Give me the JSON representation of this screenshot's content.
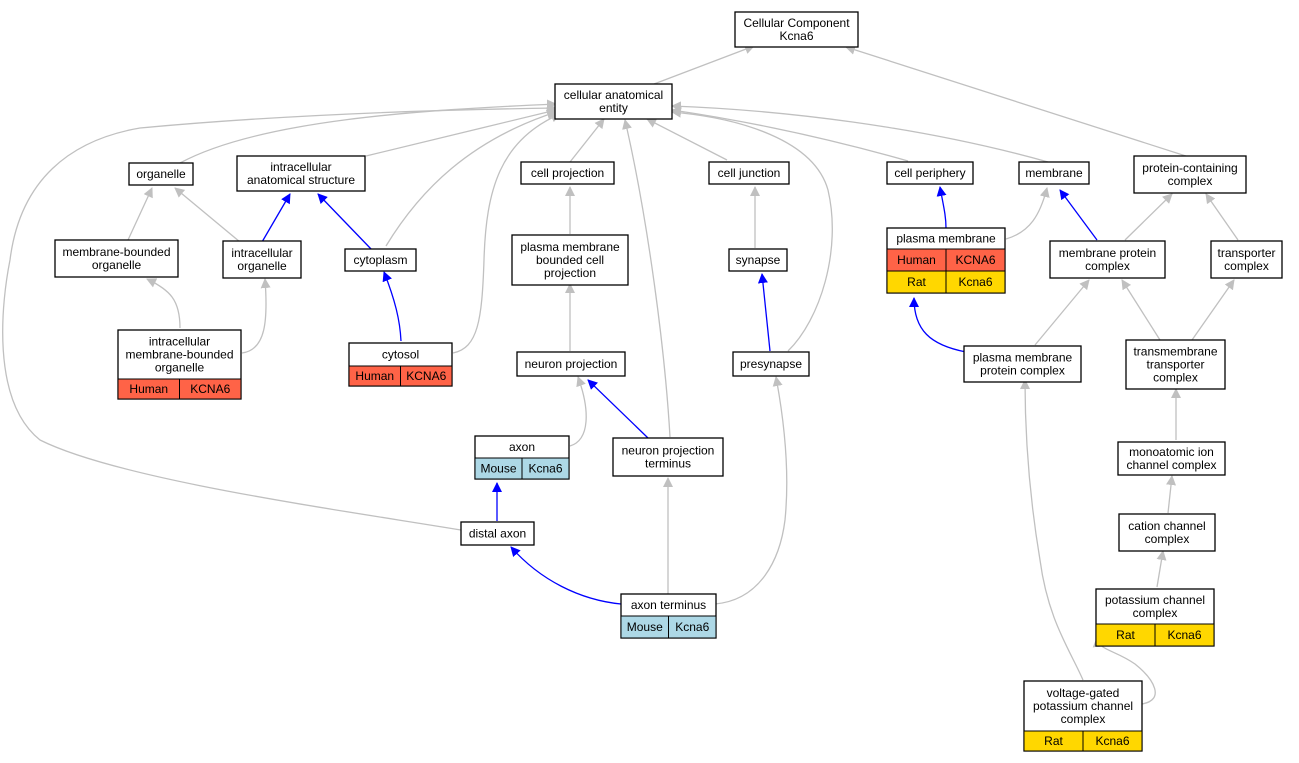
{
  "diagram": {
    "colors": {
      "human": "#ff6347",
      "mouse": "#add8e6",
      "rat": "#ffd700",
      "edge_is_a": "#c0c0c0",
      "edge_part_of": "#0000ff"
    },
    "nodes": {
      "root": {
        "lines": [
          "Cellular Component",
          "Kcna6"
        ]
      },
      "cae": {
        "lines": [
          "cellular anatomical",
          "entity"
        ]
      },
      "organelle": {
        "lines": [
          "organelle"
        ]
      },
      "ias": {
        "lines": [
          "intracellular",
          "anatomical structure"
        ]
      },
      "cellproj": {
        "lines": [
          "cell projection"
        ]
      },
      "celljunc": {
        "lines": [
          "cell junction"
        ]
      },
      "cellper": {
        "lines": [
          "cell periphery"
        ]
      },
      "membrane": {
        "lines": [
          "membrane"
        ]
      },
      "pcc": {
        "lines": [
          "protein-containing",
          "complex"
        ]
      },
      "mbo": {
        "lines": [
          "membrane-bounded",
          "organelle"
        ]
      },
      "io": {
        "lines": [
          "intracellular",
          "organelle"
        ]
      },
      "cytoplasm": {
        "lines": [
          "cytoplasm"
        ]
      },
      "pmbcp": {
        "lines": [
          "plasma membrane",
          "bounded cell",
          "projection"
        ]
      },
      "synapse": {
        "lines": [
          "synapse"
        ]
      },
      "pm": {
        "lines": [
          "plasma membrane"
        ],
        "annotations": [
          [
            "Human",
            "KCNA6"
          ],
          [
            "Rat",
            "Kcna6"
          ]
        ]
      },
      "mpc": {
        "lines": [
          "membrane protein",
          "complex"
        ]
      },
      "tc": {
        "lines": [
          "transporter",
          "complex"
        ]
      },
      "imbo": {
        "lines": [
          "intracellular",
          "membrane-bounded",
          "organelle"
        ],
        "annotations": [
          [
            "Human",
            "KCNA6"
          ]
        ]
      },
      "cytosol": {
        "lines": [
          "cytosol"
        ],
        "annotations": [
          [
            "Human",
            "KCNA6"
          ]
        ]
      },
      "np": {
        "lines": [
          "neuron projection"
        ]
      },
      "presyn": {
        "lines": [
          "presynapse"
        ]
      },
      "pmpc": {
        "lines": [
          "plasma membrane",
          "protein complex"
        ]
      },
      "ttc": {
        "lines": [
          "transmembrane",
          "transporter",
          "complex"
        ]
      },
      "axon": {
        "lines": [
          "axon"
        ],
        "annotations": [
          [
            "Mouse",
            "Kcna6"
          ]
        ]
      },
      "npt": {
        "lines": [
          "neuron projection",
          "terminus"
        ]
      },
      "maic": {
        "lines": [
          "monoatomic ion",
          "channel complex"
        ]
      },
      "distax": {
        "lines": [
          "distal axon"
        ]
      },
      "ccc": {
        "lines": [
          "cation channel",
          "complex"
        ]
      },
      "axterm": {
        "lines": [
          "axon terminus"
        ],
        "annotations": [
          [
            "Mouse",
            "Kcna6"
          ]
        ]
      },
      "kcc": {
        "lines": [
          "potassium channel",
          "complex"
        ],
        "annotations": [
          [
            "Rat",
            "Kcna6"
          ]
        ]
      },
      "vgkcc": {
        "lines": [
          "voltage-gated",
          "potassium channel",
          "complex"
        ],
        "annotations": [
          [
            "Rat",
            "Kcna6"
          ]
        ]
      }
    }
  }
}
